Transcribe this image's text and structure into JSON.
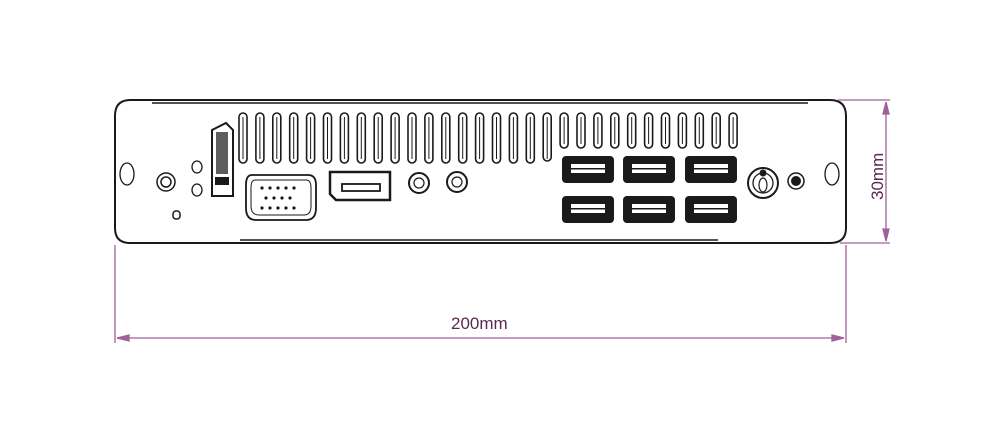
{
  "diagram": {
    "subject": "Mini PC rear I/O panel technical drawing",
    "dimensions": {
      "width_label": "200mm",
      "height_label": "30mm",
      "dimension_color": "#a0609a"
    },
    "components": {
      "vent_slots": 30,
      "hdmi_ports": 1,
      "serial_port": "DB9 (COM)",
      "displayport": 1,
      "audio_jacks": 2,
      "usb_ports": 6,
      "dc_power_jack": 1,
      "power_led": 1,
      "mounting_holes": 2,
      "screw_posts": 1,
      "leds": 3
    },
    "line_color": "#1a1a1a"
  }
}
